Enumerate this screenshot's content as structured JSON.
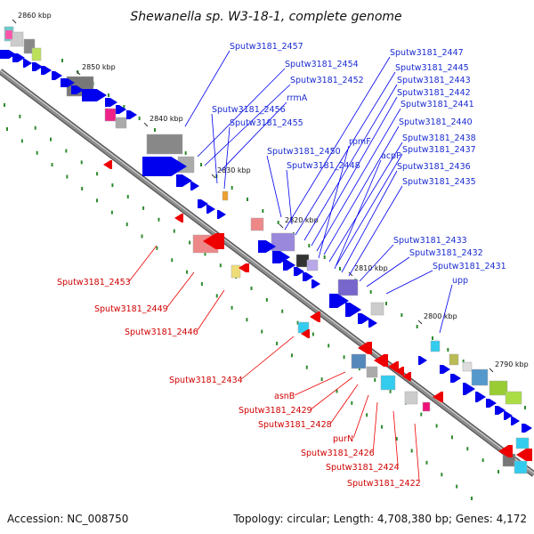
{
  "title": "Shewanella sp. W3-18-1, complete genome",
  "footer": {
    "accession": "Accession: NC_008750",
    "summary": "Topology: circular; Length: 4,708,380 bp; Genes: 4,172"
  },
  "colors": {
    "forward_gene": "#0000ee",
    "reverse_gene": "#ee0000",
    "forward_label": "#1a2bd0",
    "reverse_label": "#d00000",
    "backbone": "#8c8c8c"
  },
  "scale_ticks": [
    {
      "label": "2860 kbp"
    },
    {
      "label": "2850 kbp"
    },
    {
      "label": "2840 kbp"
    },
    {
      "label": "2830 kbp"
    },
    {
      "label": "2820 kbp"
    },
    {
      "label": "2810 kbp"
    },
    {
      "label": "2800 kbp"
    },
    {
      "label": "2790 kbp"
    }
  ],
  "forward_labels": [
    "Sputw3181_2457",
    "Sputw3181_2454",
    "Sputw3181_2452",
    "rrmA",
    "Sputw3181_2456",
    "Sputw3181_2455",
    "Sputw3181_2450",
    "Sputw3181_2448",
    "Sputw3181_2447",
    "Sputw3181_2445",
    "Sputw3181_2443",
    "Sputw3181_2442",
    "Sputw3181_2441",
    "Sputw3181_2440",
    "rpmF",
    "Sputw3181_2438",
    "Sputw3181_2437",
    "acpP",
    "Sputw3181_2436",
    "Sputw3181_2435",
    "Sputw3181_2433",
    "Sputw3181_2432",
    "Sputw3181_2431",
    "upp"
  ],
  "reverse_labels": [
    "Sputw3181_2453",
    "Sputw3181_2449",
    "Sputw3181_2446",
    "Sputw3181_2434",
    "asnB",
    "Sputw3181_2429",
    "Sputw3181_2428",
    "purN",
    "Sputw3181_2426",
    "Sputw3181_2424",
    "Sputw3181_2422"
  ]
}
